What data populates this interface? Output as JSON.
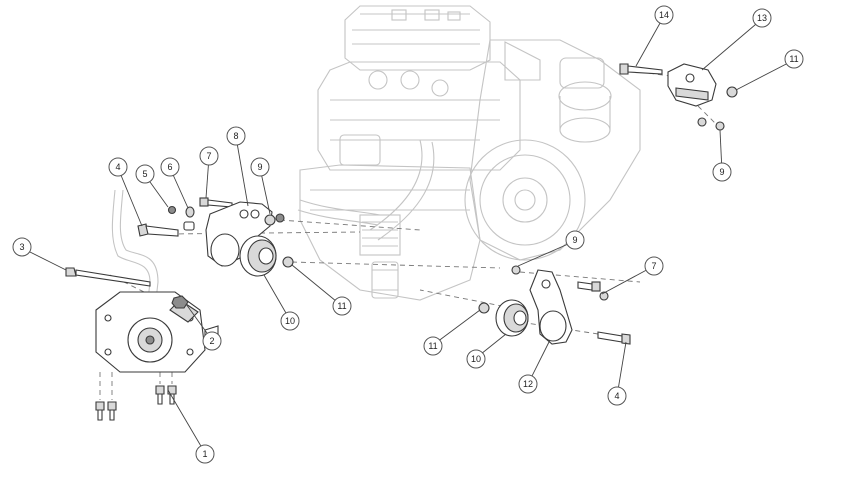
{
  "callouts": [
    {
      "id": "c1",
      "label": "1"
    },
    {
      "id": "c2",
      "label": "2"
    },
    {
      "id": "c3",
      "label": "3"
    },
    {
      "id": "c4a",
      "label": "4"
    },
    {
      "id": "c4b",
      "label": "4"
    },
    {
      "id": "c5",
      "label": "5"
    },
    {
      "id": "c6",
      "label": "6"
    },
    {
      "id": "c7a",
      "label": "7"
    },
    {
      "id": "c7b",
      "label": "7"
    },
    {
      "id": "c8",
      "label": "8"
    },
    {
      "id": "c9a",
      "label": "9"
    },
    {
      "id": "c9b",
      "label": "9"
    },
    {
      "id": "c9c",
      "label": "9"
    },
    {
      "id": "c10a",
      "label": "10"
    },
    {
      "id": "c10b",
      "label": "10"
    },
    {
      "id": "c11a",
      "label": "11"
    },
    {
      "id": "c11b",
      "label": "11"
    },
    {
      "id": "c11c",
      "label": "11"
    },
    {
      "id": "c12",
      "label": "12"
    },
    {
      "id": "c13",
      "label": "13"
    },
    {
      "id": "c14",
      "label": "14"
    }
  ]
}
